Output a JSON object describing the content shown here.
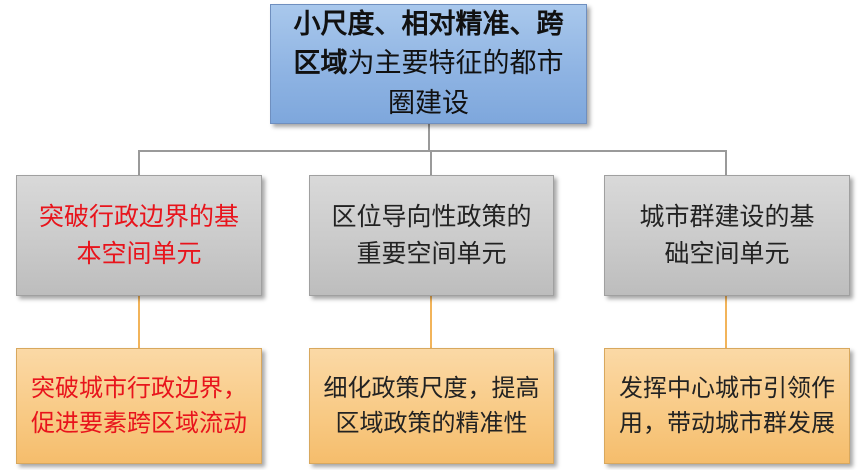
{
  "root": {
    "line1": "小尺度、相对精准、跨",
    "line2_bold": "区域",
    "line2_rest": "为主要特征的都市",
    "line3": "圈建设"
  },
  "columns": [
    {
      "mid": {
        "line1": "突破行政边界的基",
        "line2": "本空间单元",
        "color": "#e8141c"
      },
      "leaf": {
        "line1": "突破城市行政边界，",
        "line2": "促进要素跨区域流动",
        "color": "#e8141c"
      }
    },
    {
      "mid": {
        "line1": "区位导向性政策的",
        "line2": "重要空间单元",
        "color": "#222222"
      },
      "leaf": {
        "line1": "细化政策尺度，提高",
        "line2": "区域政策的精准性",
        "color": "#222222"
      }
    },
    {
      "mid": {
        "line1": "城市群建设的基",
        "line2": "础空间单元",
        "color": "#222222"
      },
      "leaf": {
        "line1": "发挥中心城市引领作",
        "line2": "用，带动城市群发展",
        "color": "#222222"
      }
    }
  ],
  "colors": {
    "root_fill": "#8fb4e3",
    "mid_fill": "#c9c9c9",
    "leaf_fill": "#f8c983",
    "connector_gray": "#9a9a9a",
    "connector_orange": "#f2b45a"
  }
}
